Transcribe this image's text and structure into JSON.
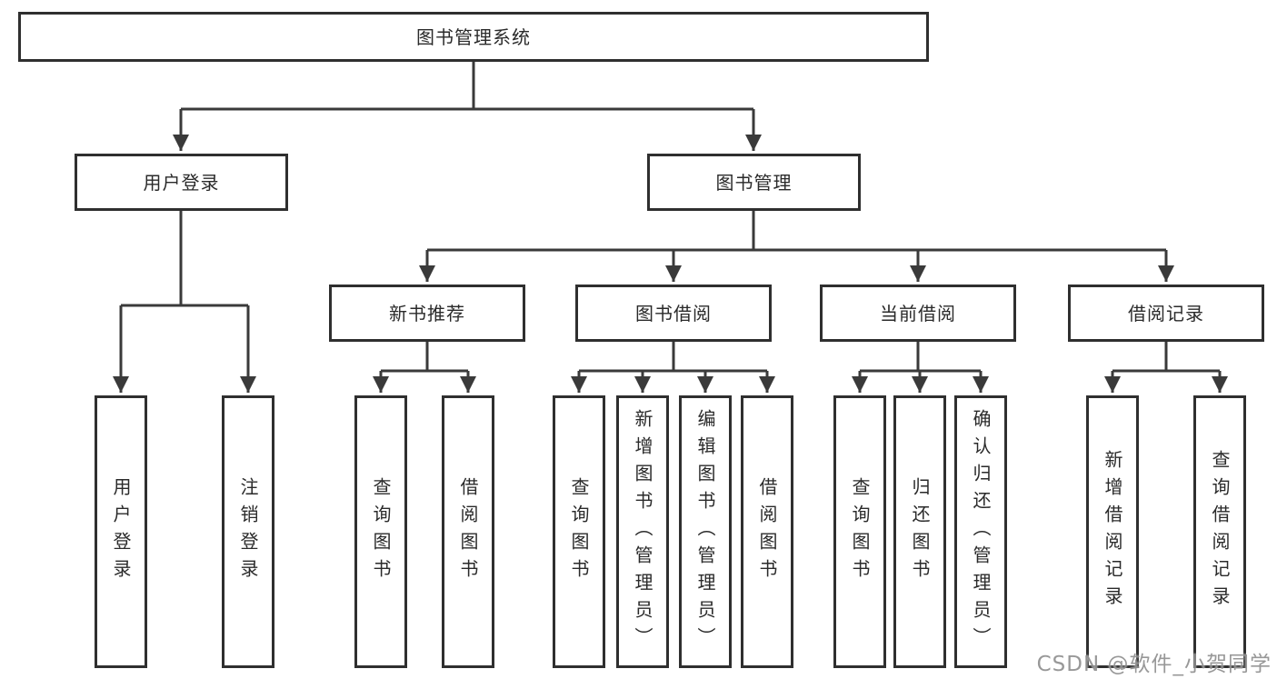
{
  "tree": {
    "root": {
      "label": "图书管理系统"
    },
    "branches": [
      {
        "label": "用户登录",
        "children": [
          {
            "label": "用户登录"
          },
          {
            "label": "注销登录"
          }
        ]
      },
      {
        "label": "图书管理",
        "children": [
          {
            "label": "新书推荐",
            "children": [
              {
                "label": "查询图书"
              },
              {
                "label": "借阅图书"
              }
            ]
          },
          {
            "label": "图书借阅",
            "children": [
              {
                "label": "查询图书"
              },
              {
                "label": "新增图书（管理员）"
              },
              {
                "label": "编辑图书（管理员）"
              },
              {
                "label": "借阅图书"
              }
            ]
          },
          {
            "label": "当前借阅",
            "children": [
              {
                "label": "查询图书"
              },
              {
                "label": "归还图书"
              },
              {
                "label": "确认归还（管理员）"
              }
            ]
          },
          {
            "label": "借阅记录",
            "children": [
              {
                "label": "新增借阅记录"
              },
              {
                "label": "查询借阅记录"
              }
            ]
          }
        ]
      }
    ]
  },
  "watermark": {
    "text": "CSDN @软件_小贺同学"
  },
  "colors": {
    "line": "#3a3a3a",
    "border": "#2f2f2f",
    "watermark": "#8a8a8a"
  }
}
